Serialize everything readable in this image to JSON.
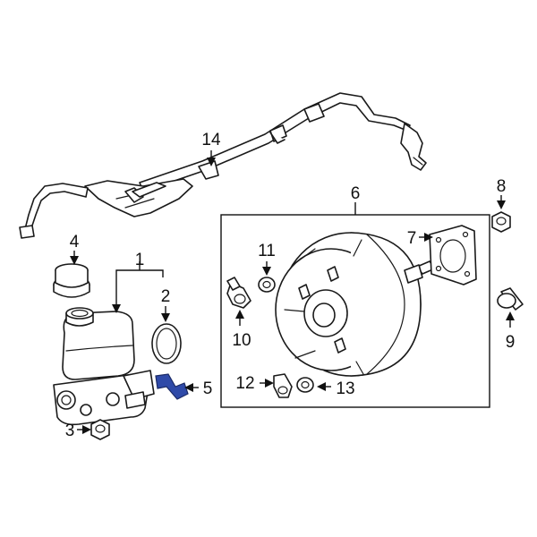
{
  "callouts": {
    "c1": "1",
    "c2": "2",
    "c3": "3",
    "c4": "4",
    "c5": "5",
    "c6": "6",
    "c7": "7",
    "c8": "8",
    "c9": "9",
    "c10": "10",
    "c11": "11",
    "c12": "12",
    "c13": "13",
    "c14": "14"
  },
  "colors": {
    "line": "#1a1a1a",
    "highlight": "#2f4aa8",
    "background": "#ffffff"
  }
}
